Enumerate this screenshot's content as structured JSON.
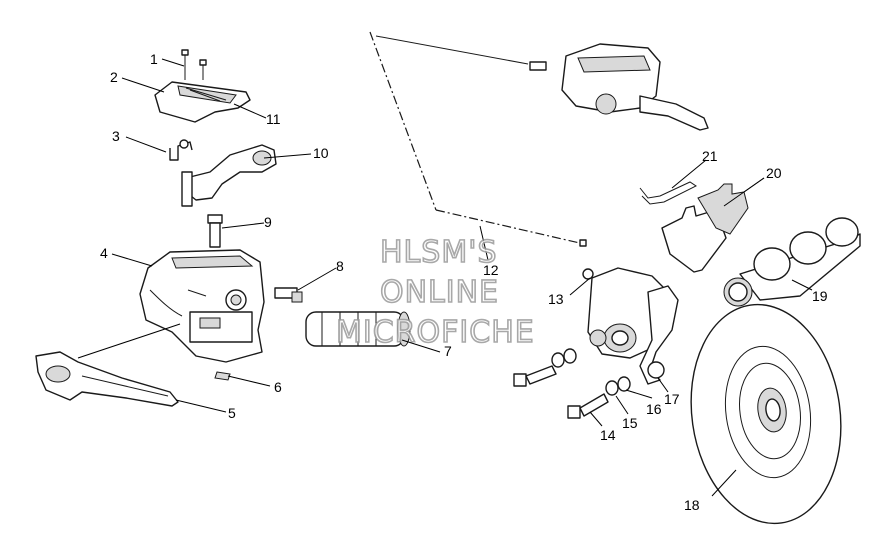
{
  "callouts": {
    "c1": "1",
    "c2": "2",
    "c3": "3",
    "c4": "4",
    "c5": "5",
    "c6": "6",
    "c7": "7",
    "c8": "8",
    "c9": "9",
    "c10": "10",
    "c11": "11",
    "c12": "12",
    "c13": "13",
    "c14": "14",
    "c15": "15",
    "c16": "16",
    "c17": "17",
    "c18": "18",
    "c19": "19",
    "c20": "20",
    "c21": "21"
  },
  "watermark": {
    "line1": "HLSM'S",
    "line2": "ONLINE",
    "line3": "MICROFICHE"
  }
}
